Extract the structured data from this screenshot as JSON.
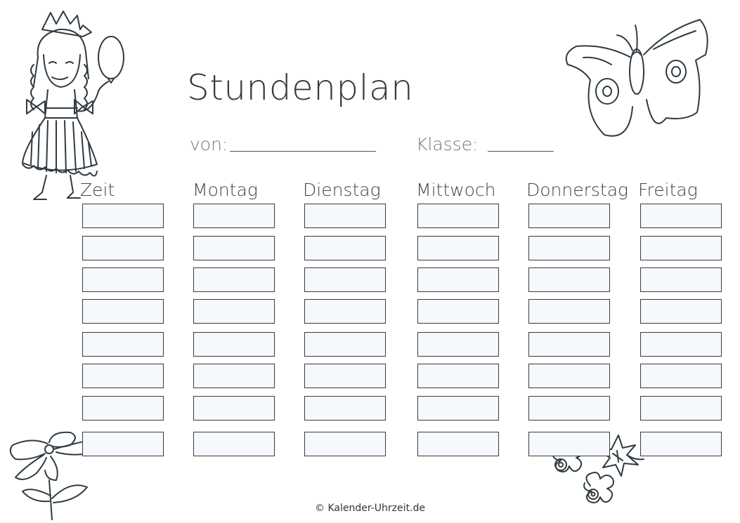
{
  "header": {
    "title": "Stundenplan",
    "name_label": "von:",
    "class_label": "Klasse:"
  },
  "columns": [
    "Zeit",
    "Montag",
    "Dienstag",
    "Mittwoch",
    "Donnerstag",
    "Freitag"
  ],
  "row_count": 8,
  "footer": {
    "copyright": "© Kalender-Uhrzeit.de"
  },
  "colors": {
    "cell_fill": "#f5f9fd",
    "cell_border": "#3a3a3a",
    "ink": "#2f3a40"
  },
  "decorations": [
    "girl-with-balloon-drawing",
    "butterfly-drawing",
    "flower-drawing",
    "blossoms-drawing"
  ]
}
